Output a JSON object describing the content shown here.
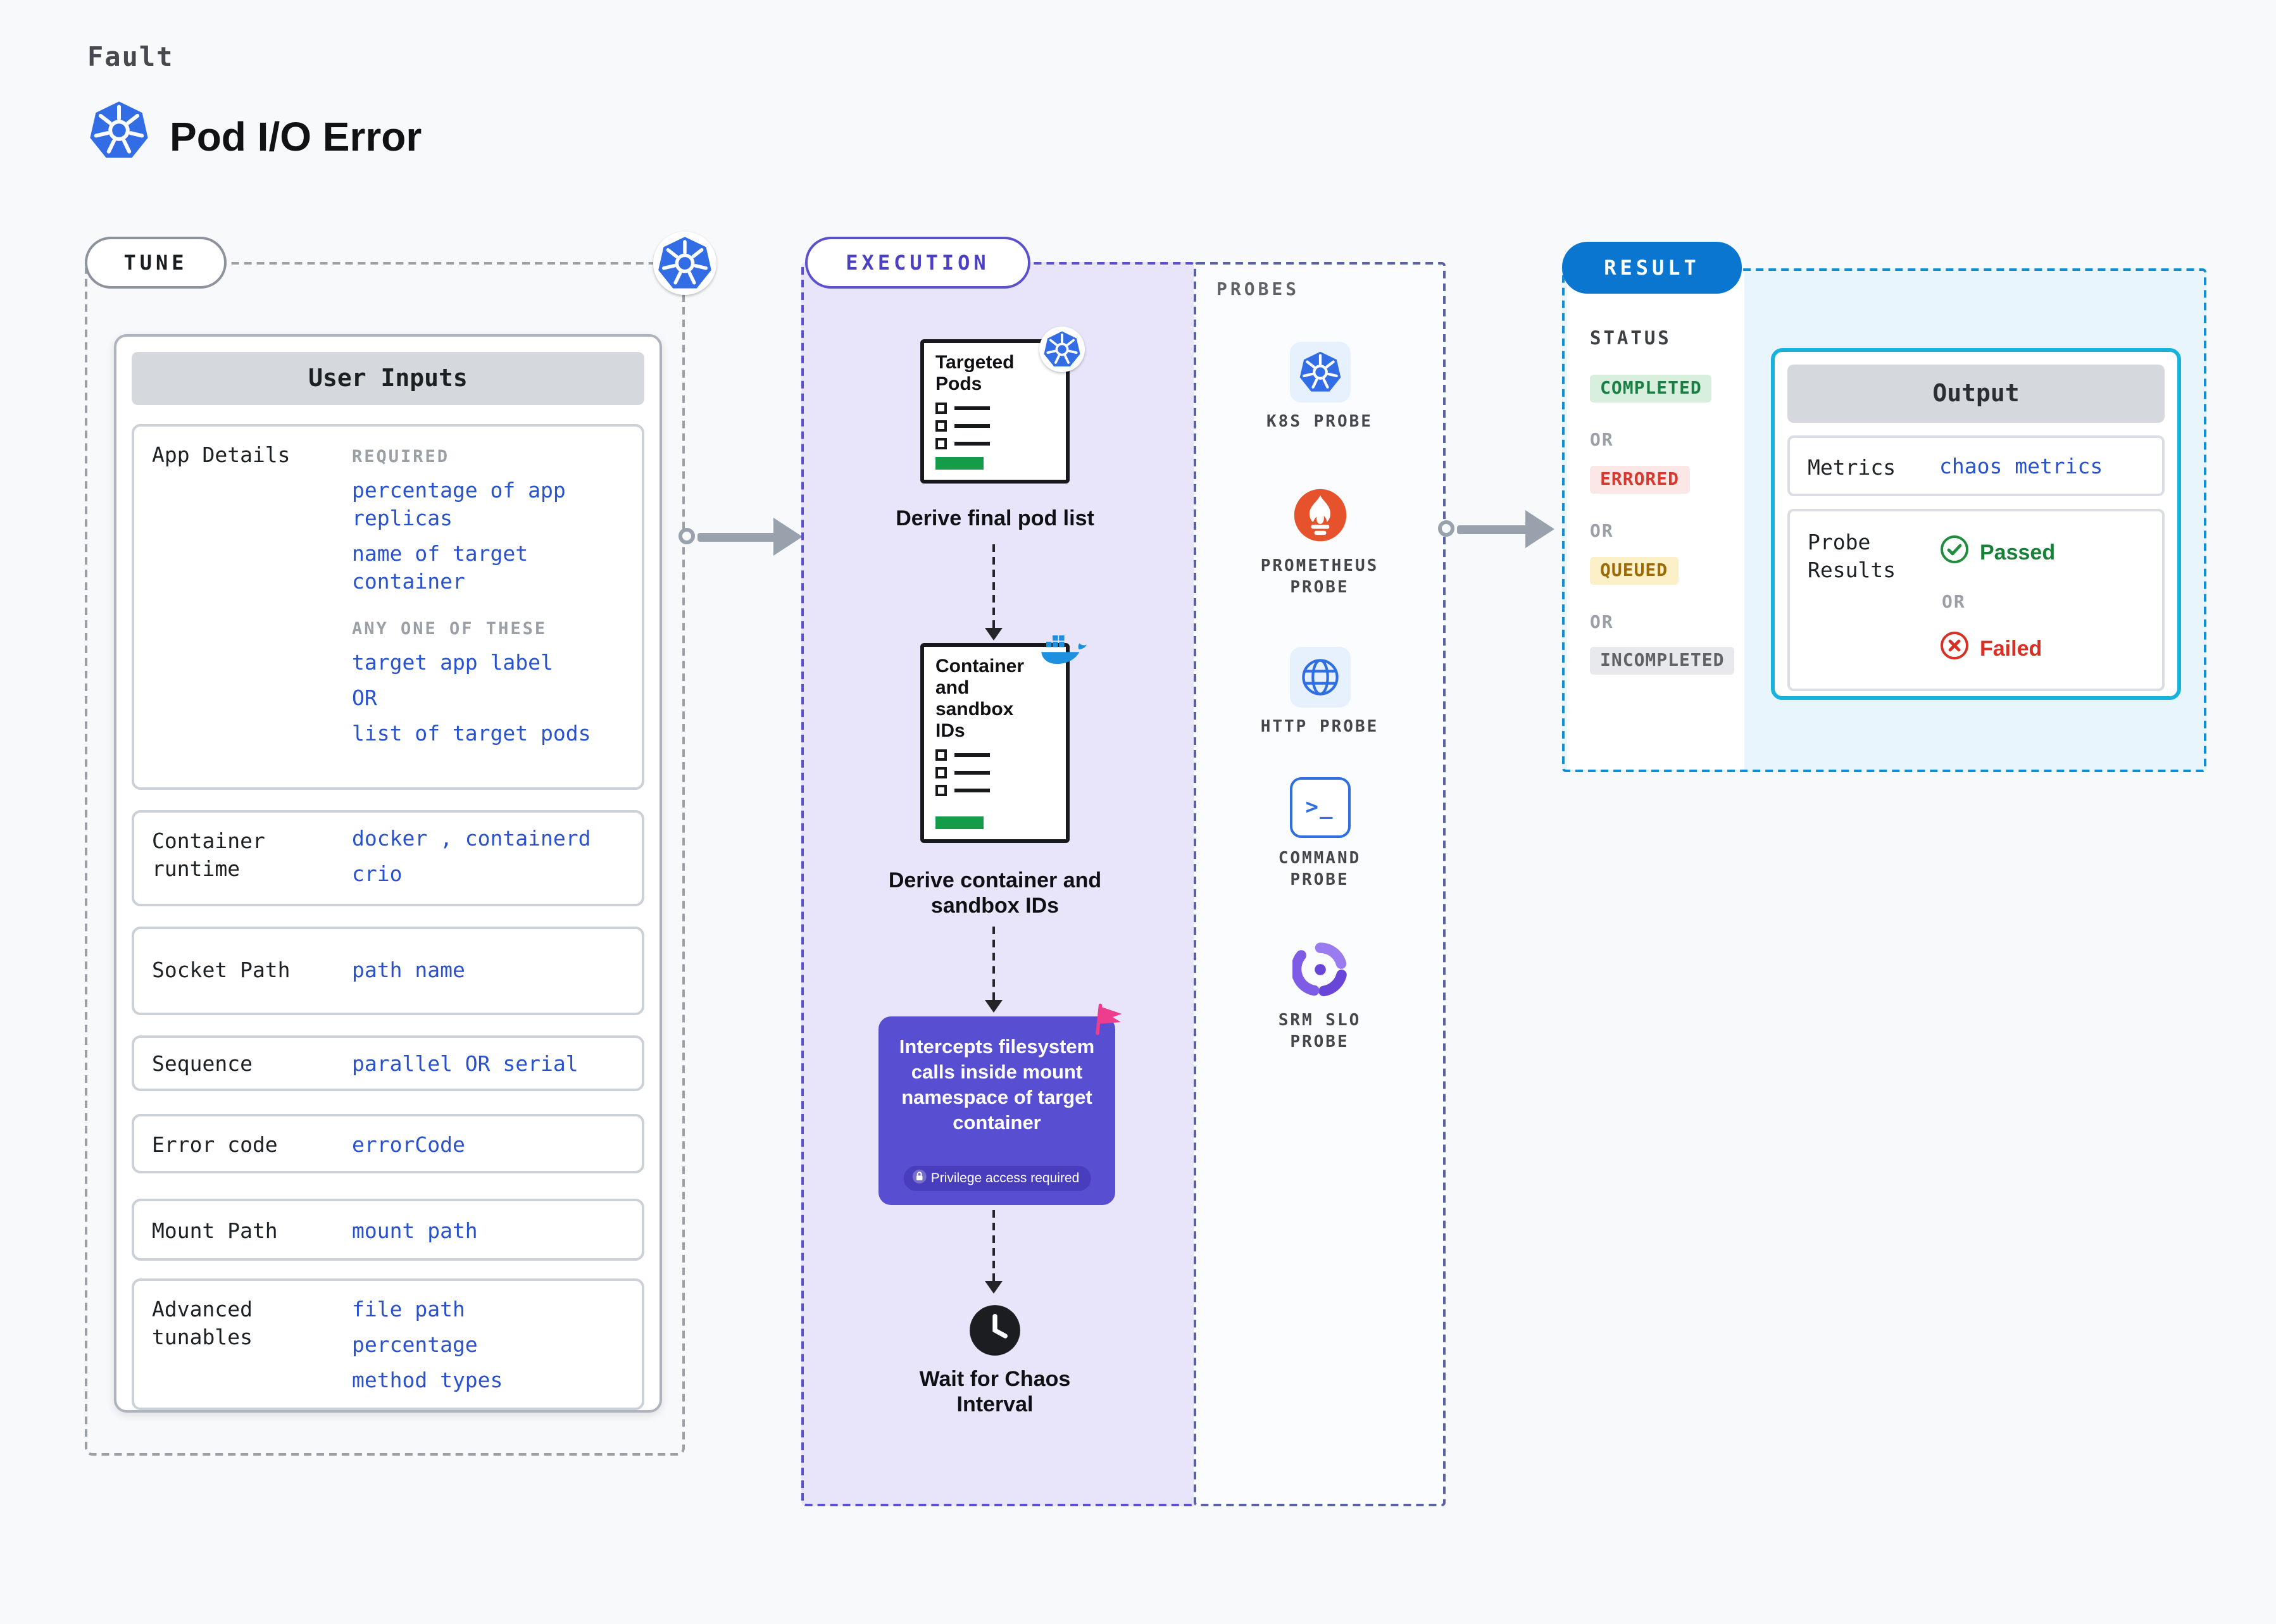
{
  "header": {
    "kicker": "Fault",
    "title": "Pod I/O Error",
    "icon": "kubernetes"
  },
  "tune": {
    "label": "TUNE",
    "corner_icon": "kubernetes",
    "card_title": "User Inputs",
    "rows": [
      {
        "label": "App Details",
        "groups": [
          {
            "heading": "REQUIRED",
            "values": [
              "percentage of app replicas",
              "name of target container"
            ]
          },
          {
            "heading": "ANY ONE OF THESE",
            "values": [
              "target app label",
              "OR",
              "list of target pods"
            ]
          }
        ]
      },
      {
        "label": "Container runtime",
        "values": [
          "docker , containerd",
          "crio"
        ]
      },
      {
        "label": "Socket Path",
        "values": [
          "path name"
        ]
      },
      {
        "label": "Sequence",
        "values": [
          "parallel OR serial"
        ]
      },
      {
        "label": "Error code",
        "values": [
          "errorCode"
        ]
      },
      {
        "label": "Mount Path",
        "values": [
          "mount path"
        ]
      },
      {
        "label": "Advanced tunables",
        "values": [
          "file path",
          "percentage",
          "method types"
        ]
      }
    ]
  },
  "execution": {
    "label": "EXECUTION",
    "doc1": {
      "title": "Targeted Pods",
      "badge": "kubernetes",
      "caption": "Derive final pod list"
    },
    "doc2": {
      "title": "Container and sandbox IDs",
      "badge": "docker",
      "caption": "Derive container and sandbox IDs"
    },
    "note": {
      "text": "Intercepts filesystem calls inside mount namespace of target container",
      "badge": "Privilege access required",
      "flag_icon": "flag",
      "lock_icon": "lock"
    },
    "wait": {
      "icon": "clock",
      "caption": "Wait for Chaos Interval"
    }
  },
  "probes": {
    "label": "PROBES",
    "items": [
      {
        "name": "K8S PROBE",
        "icon": "kubernetes"
      },
      {
        "name": "PROMETHEUS PROBE",
        "icon": "prometheus"
      },
      {
        "name": "HTTP PROBE",
        "icon": "globe"
      },
      {
        "name": "COMMAND PROBE",
        "icon": "terminal"
      },
      {
        "name": "SRM SLO PROBE",
        "icon": "srm-slo"
      }
    ]
  },
  "result": {
    "label": "RESULT",
    "status_heading": "STATUS",
    "or_label": "OR",
    "statuses": [
      {
        "text": "COMPLETED",
        "type": "success"
      },
      {
        "text": "ERRORED",
        "type": "error"
      },
      {
        "text": "QUEUED",
        "type": "queued"
      },
      {
        "text": "INCOMPLETED",
        "type": "neutral"
      }
    ],
    "output": {
      "title": "Output",
      "metrics_label": "Metrics",
      "metrics_value": "chaos metrics",
      "probe_results_label": "Probe Results",
      "passed_label": "Passed",
      "failed_label": "Failed"
    }
  },
  "colors": {
    "value_blue": "#2952cc",
    "execution_purple": "#584ed1",
    "result_blue": "#0b76cf",
    "output_border": "#17b3dc",
    "success_green": "#188038",
    "error_red": "#d93025",
    "queued_amber": "#9c6a06",
    "neutral_gray": "#5f6368",
    "arrow_gray": "#99a2ac"
  }
}
